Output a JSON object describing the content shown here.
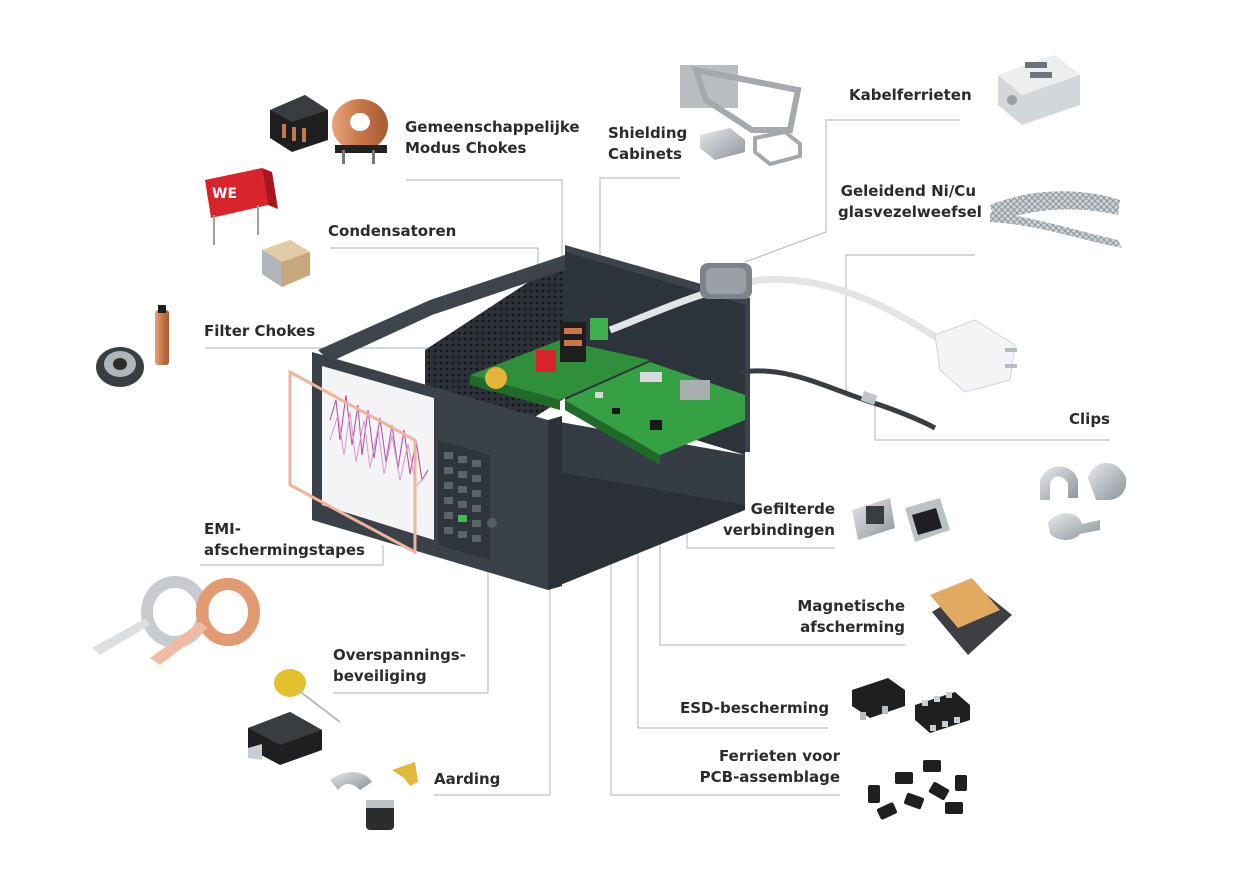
{
  "labels": {
    "common_mode_chokes": [
      "Gemeenschappelijke",
      "Modus Chokes"
    ],
    "capacitors": [
      "Condensatoren"
    ],
    "filter_chokes": [
      "Filter Chokes"
    ],
    "emi_tapes": [
      "EMI-",
      "afschermingstapes"
    ],
    "surge_protection": [
      "Overspannings-",
      "beveiliging"
    ],
    "grounding": [
      "Aarding"
    ],
    "shielding_cabinets": [
      "Shielding",
      "Cabinets"
    ],
    "cable_ferrites": [
      "Kabelferrieten"
    ],
    "conductive_fabric": [
      "Geleidend Ni/Cu",
      "glasvezelweefsel"
    ],
    "clips": [
      "Clips"
    ],
    "filtered_connectors": [
      "Gefilterde",
      "verbindingen"
    ],
    "magnetic_shielding": [
      "Magnetische",
      "afscherming"
    ],
    "esd_protection": [
      "ESD-bescherming"
    ],
    "pcb_ferrites": [
      "Ferrieten voor",
      "PCB-assemblage"
    ]
  },
  "component_logos": {
    "capacitor_brand": "WE"
  },
  "colors": {
    "label_text": "#2b2b2b",
    "leader_line": "#b9c1c7",
    "device_body": "#3a4149",
    "pcb_green": "#2f8f3a",
    "copper": "#c8774a",
    "capacitor_red": "#d8232a",
    "screen_plot": "#b04aa8"
  }
}
